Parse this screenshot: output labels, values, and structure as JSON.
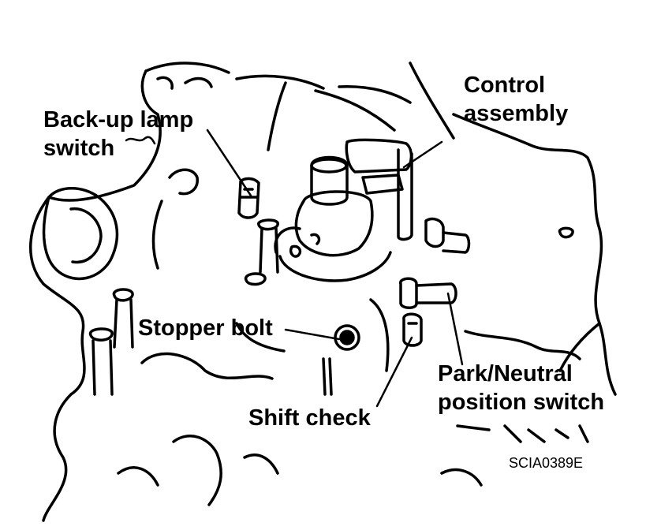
{
  "diagram": {
    "labels": {
      "backup_lamp_switch": [
        "Back-up lamp",
        "switch"
      ],
      "control_assembly": [
        "Control",
        "assembly"
      ],
      "stopper_bolt": "Stopper bolt",
      "park_neutral_switch": [
        "Park/Neutral",
        "position switch"
      ],
      "shift_check": "Shift check"
    },
    "figure_code": "SCIA0389E",
    "line_color": "#000000",
    "background": "#ffffff"
  }
}
